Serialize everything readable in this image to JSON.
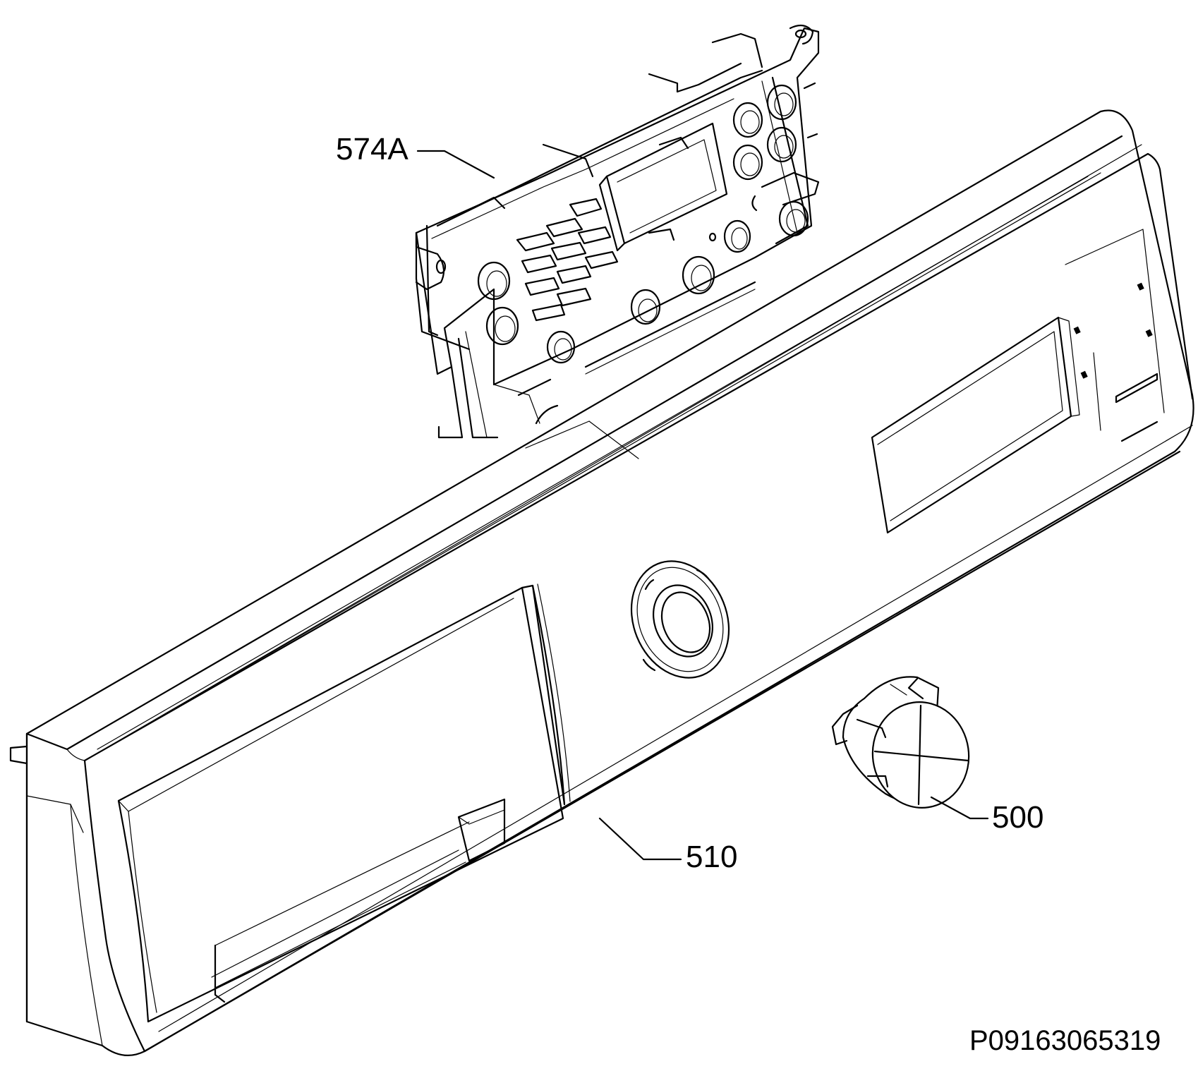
{
  "callouts": {
    "bracket": "574A",
    "knob": "500",
    "panel": "510"
  },
  "drawing_code": "P09163065319",
  "colors": {
    "line": "#000000",
    "background": "#ffffff"
  }
}
